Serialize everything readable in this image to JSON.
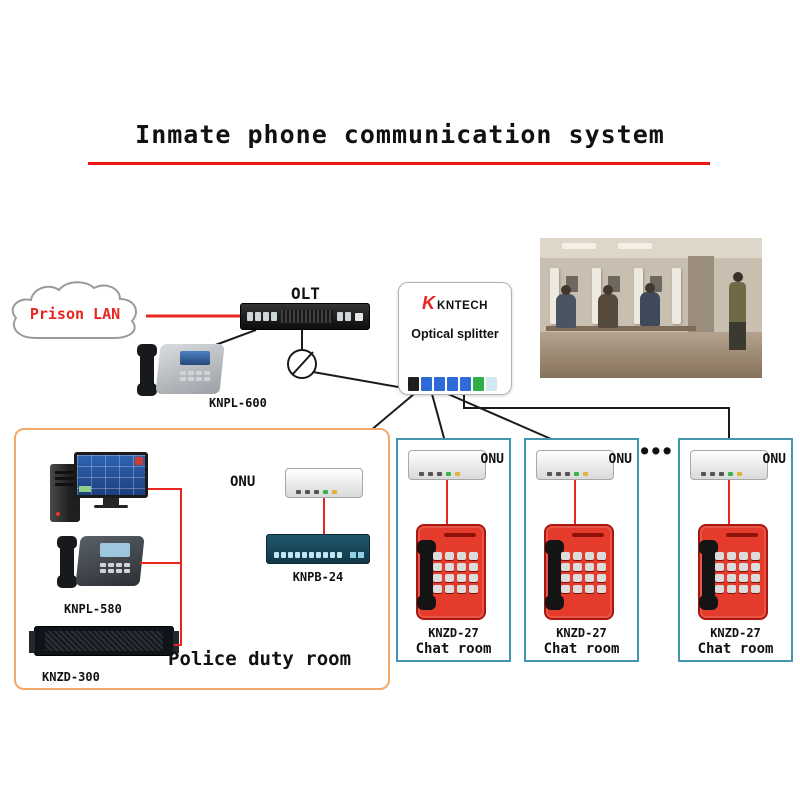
{
  "title": "Inmate phone communication system",
  "lan": {
    "label": "Prison LAN"
  },
  "olt": {
    "label": "OLT"
  },
  "ip_phone": {
    "label": "KNPL-600"
  },
  "splitter": {
    "brand_icon": "K",
    "brand": "KNTECH",
    "label": "Optical splitter"
  },
  "police_room": {
    "label": "Police duty room",
    "onu": "ONU",
    "switch": "KNPB-24",
    "phone": "KNPL-580",
    "server": "KNZD-300"
  },
  "ellipsis": "●●●",
  "chat_rooms": [
    {
      "onu": "ONU",
      "model": "KNZD-27",
      "label": "Chat room"
    },
    {
      "onu": "ONU",
      "model": "KNZD-27",
      "label": "Chat room"
    },
    {
      "onu": "ONU",
      "model": "KNZD-27",
      "label": "Chat room"
    }
  ]
}
